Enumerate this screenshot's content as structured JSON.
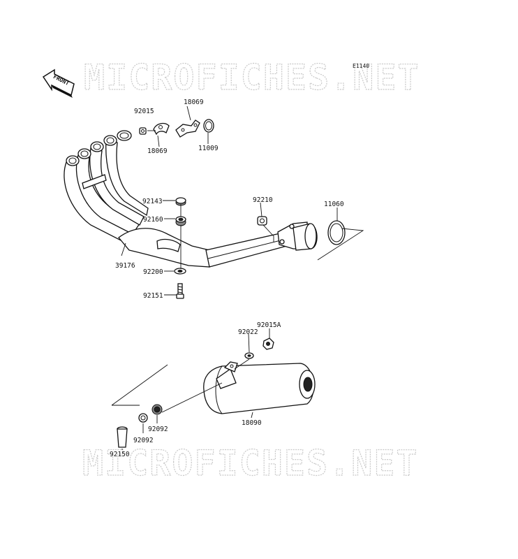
{
  "diagram_code": "E1140",
  "front_label": "FRONT",
  "watermark": "MICROFICHES.NET",
  "parts": {
    "p92015": "92015",
    "p18069_top": "18069",
    "p18069_bottom": "18069",
    "p11009": "11009",
    "p92143": "92143",
    "p92160": "92160",
    "p39176": "39176",
    "p92200": "92200",
    "p92151": "92151",
    "p92210": "92210",
    "p11060": "11060",
    "p92015A": "92015A",
    "p92022": "92022",
    "p18090": "18090",
    "p92092_a": "92092",
    "p92092_b": "92092",
    "p92150": "92150"
  }
}
